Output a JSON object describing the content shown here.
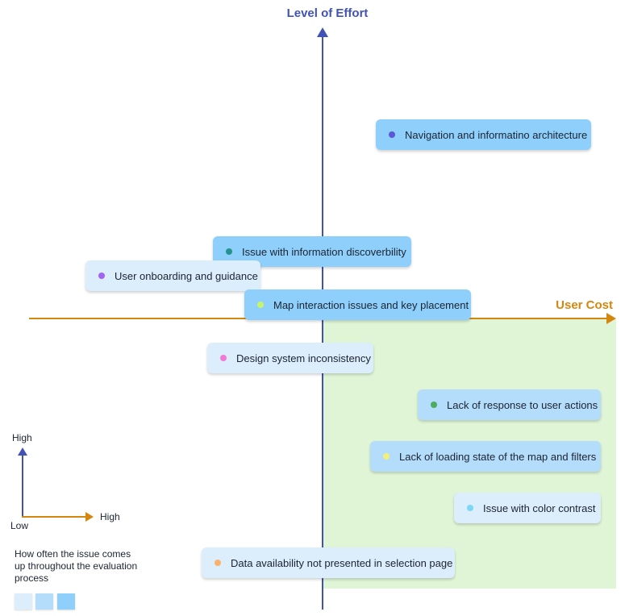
{
  "axes": {
    "y_title": "Level of Effort",
    "x_title": "User Cost",
    "y_color": "#4152b5",
    "x_color": "#d4870e",
    "highlight_quadrant_color": "#e0f5d6"
  },
  "issues": [
    {
      "label": "Navigation and informatino architecture",
      "dot_color": "#5b57d6",
      "frequency": "high"
    },
    {
      "label": "Issue with information discoverbility",
      "dot_color": "#26918f",
      "frequency": "high"
    },
    {
      "label": "User onboarding and guidance",
      "dot_color": "#a264f0",
      "frequency": "low"
    },
    {
      "label": "Map interaction issues and key placement",
      "dot_color": "#c7f56a",
      "frequency": "high"
    },
    {
      "label": "Design system inconsistency",
      "dot_color": "#f07ad6",
      "frequency": "low"
    },
    {
      "label": "Lack of response to user actions",
      "dot_color": "#4bab61",
      "frequency": "medium"
    },
    {
      "label": "Lack of loading state of the map and filters",
      "dot_color": "#f2f07a",
      "frequency": "medium"
    },
    {
      "label": "Issue with color contrast",
      "dot_color": "#7ad7f5",
      "frequency": "low"
    },
    {
      "label": "Data availability not presented in selection page",
      "dot_color": "#f7b26e",
      "frequency": "low"
    }
  ],
  "legend": {
    "high_y": "High",
    "high_x": "High",
    "low": "Low",
    "frequency_caption": "How often the issue comes up throughout the evaluation process",
    "swatches": [
      "#dcedfb",
      "#b4dcfb",
      "#8ecffb"
    ]
  }
}
